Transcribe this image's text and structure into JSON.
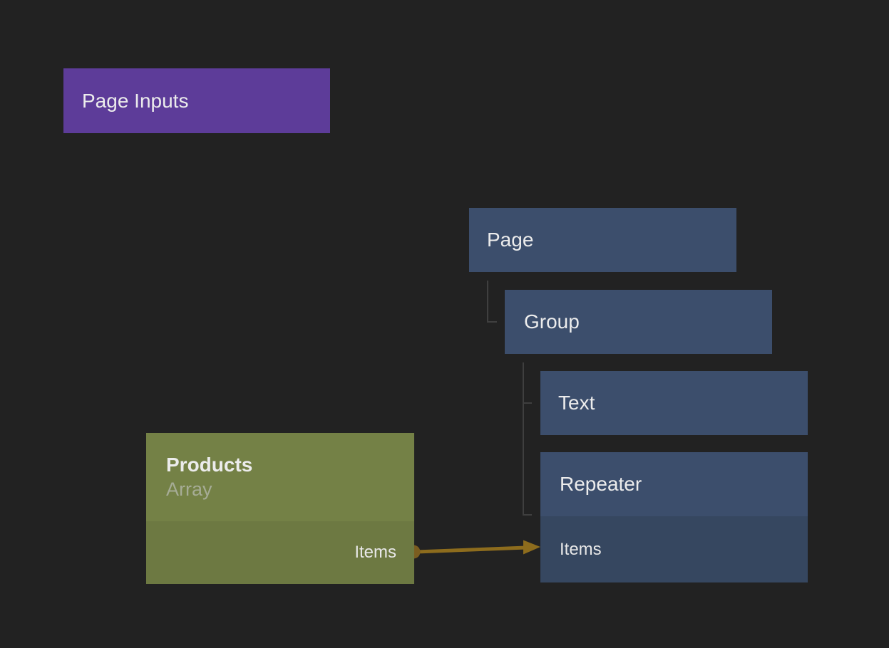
{
  "nodes": {
    "page_inputs": {
      "title": "Page Inputs"
    },
    "page": {
      "title": "Page"
    },
    "group": {
      "title": "Group"
    },
    "text": {
      "title": "Text"
    },
    "repeater": {
      "title": "Repeater",
      "input_port_label": "Items"
    },
    "products": {
      "title": "Products",
      "subtitle": "Array",
      "output_port_label": "Items"
    }
  },
  "connections": [
    {
      "from_node": "Products",
      "from_port": "Items",
      "to_node": "Repeater",
      "to_port": "Items"
    }
  ],
  "colors": {
    "background": "#222222",
    "page_inputs_node": "#5d3c99",
    "component_node": "#3c4e6c",
    "component_port_row": "#364760",
    "data_node": "#748146",
    "data_node_port_row": "#6d7942",
    "connection_wire": "#8d6c1d",
    "connection_port_dot": "#7b5d20",
    "hierarchy_line": "#3f3f3f"
  }
}
